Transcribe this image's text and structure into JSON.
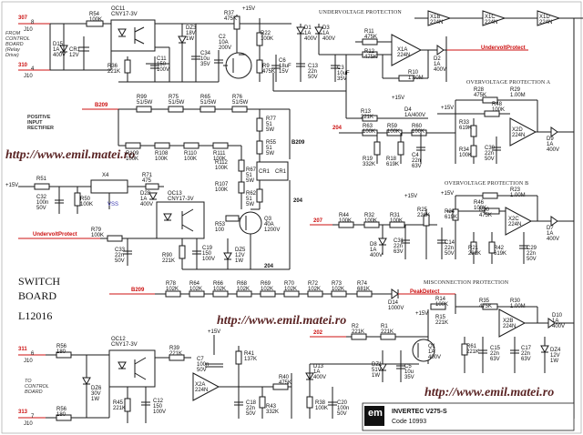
{
  "board": {
    "title_line1": "SWITCH",
    "title_line2": "BOARD",
    "code": "L12016",
    "footer_line1": "INVERTEC V275-S",
    "footer_line2": "Code 10993",
    "logo": "em"
  },
  "watermark": {
    "url_left": "http://www.emil.matei.ro",
    "url_mid": "http://www.emil.matei.ro",
    "url_bottom": "http://www.emil.matei.ro"
  },
  "sections": {
    "undervoltage": "UNDERVOLTAGE PROTECTION",
    "overvoltage_a": "OVERVOLTAGE PROTECTION A",
    "overvoltage_b": "OVERVOLTAGE PROTECTION B",
    "misconnection": "MISCONNECTION PROTECTION"
  },
  "notes": {
    "from_control": "FROM\nCONTROL\nBOARD\n(Relay\nDrive)",
    "positive_input": "POSITIVE\nINPUT\nRECTIFIER",
    "to_control": "TO\nCONTROL\nBOARD"
  },
  "nets": {
    "n307": "307",
    "n310": "310",
    "n311": "311",
    "n313": "313",
    "b209a": "B209",
    "b209b": "B209",
    "b209c": "B209",
    "n204a": "204",
    "n204b": "204",
    "n204c": "204",
    "n207": "207",
    "n202": "202",
    "undervolt_a": "UndervoltProtect",
    "undervolt_b": "UndervoltProtect",
    "peak_detect": "PeakDetect"
  },
  "connectors": {
    "j10a_pin": "8",
    "j10a": "J10",
    "j10b_pin": "4",
    "j10b": "J10",
    "j10c_pin": "6",
    "j10c": "J10",
    "j10d_pin": "7",
    "j10d": "J10",
    "vss": "VSS",
    "v15a": "+15V",
    "v15b": "+15V",
    "v15c": "+15V",
    "v15d": "+15V",
    "v15e": "+15V",
    "v15f": "+15V",
    "v15g": "+15V",
    "v15h": "+15V"
  },
  "parts": {
    "r54": "R54\n100K",
    "oc11": "OC11\nCNY17-3V",
    "d15": "D15\n1A\n400V",
    "cr1a": "CR1\n12V",
    "r36": "R36\n221K",
    "c11": "C11\n150\n100V",
    "dz3": "DZ3\n18V\n1W",
    "c34": "C34\n10u\n35V",
    "r37": "R37\n475K",
    "c2": "C2\n10A\n200V",
    "r22": "R22\n100K",
    "r9": "R9\n475K",
    "c6": "C6\n18uF\n15V",
    "c13": "C13\n22n\n50V",
    "d1": "D1\n1A\n400V",
    "d3": "D3\n1A\n400V",
    "c3": "C3\n10uF\n35V",
    "r11": "R11\n475K",
    "r12": "R12\n475K",
    "x1a": "X1A\n224N",
    "r10": "R10\n1.00M",
    "d2": "D2\n1A\n400V",
    "x1b": "X1B\n224N",
    "x1c": "X1C\n224N",
    "x1d": "X1D\n224N",
    "r99": "R99\n51/5W",
    "r75": "R75\n51/5W",
    "r65": "R65\n51/5W",
    "r76": "R76\n51/5W",
    "r109": "R109\n100K",
    "r108": "R108\n100K",
    "r110": "R110\n100K",
    "r111": "R111\n100K",
    "r77": "R77\n51\n5W",
    "r55": "R55\n51\n5W",
    "r67": "R67\n51\n5W",
    "r62": "R62\n51\n5W",
    "r112": "R112\n100K",
    "r107": "R107\n100K",
    "r53": "R53\n100",
    "q3": "Q3\n40A\n1200V",
    "cr1b": "CR1",
    "cr1c": "CR1",
    "r51": "R51",
    "c32": "C32\n100n\n50V",
    "r50": "R50\n100K",
    "x4": "X4",
    "r71": "R71\n475",
    "d28": "D28\n1A\n400V",
    "oc13": "OC13\nCNY17-3V",
    "r79": "R79\n100K",
    "c33": "C33\n22n\n50V",
    "r90": "R90\n221K",
    "c19": "C19\n150\n100V",
    "dz5": "DZ5\n12V\n1W",
    "r13": "R13\n221K",
    "d4": "D4\n1A/400V",
    "r63": "R63\n100K",
    "r59": "R59\n100K",
    "r60": "R60\n100K",
    "r19": "R19\n332K",
    "r18": "R18\n619K",
    "c4": "C4\n22n\n63V",
    "r28": "R28\n475K",
    "r29": "R29\n1.00M",
    "r48": "R48\n100K",
    "r33": "R33\n619K",
    "r34": "R34\n100K",
    "c30": "C30\n22n\n50V",
    "x2d": "X2D\n224N",
    "d9": "D9\n1A\n400V",
    "r23": "R23\n1.00M",
    "r46": "R46\n100K",
    "r24": "R24\n619K",
    "r44": "R44\n100K",
    "r32": "R32\n100K",
    "r31": "R31\n100K",
    "r25": "R25\n221K",
    "d8": "D8\n1A\n400V",
    "c31": "C31\n22n\n63V",
    "c14": "C14\n22n\n50V",
    "r21": "R21\n221K",
    "r42": "R42\n619K",
    "c29": "C29\n22n\n50V",
    "x2c": "X2C\n224N",
    "d7": "D7\n1A\n400V",
    "r30a": "R30\n475K",
    "r78": "R78\n102K",
    "r64": "R64\n102K",
    "r66": "R66\n102K",
    "r68": "R68\n102K",
    "r69": "R69\n102K",
    "r70": "R70\n102K",
    "r72": "R72\n102K",
    "r73": "R73\n102K",
    "r74": "R74\n681K",
    "d14": "D14\n1000V",
    "r35": "R35\n475K",
    "r30b": "R30\n1.00M",
    "r14": "R14\n100K",
    "r15": "R15\n221K",
    "x2b": "X2B\n224N",
    "d10": "D10\n1A\n400V",
    "r2": "R2\n221K",
    "r1": "R1\n221K",
    "q1": "Q1\n1A\n400V",
    "dz1": "DZ1\n51V\n1W",
    "c5": "C5\n10u\n35V",
    "r61": "R61\n221K",
    "c15": "C15\n22n\n63V",
    "c17": "C17\n22n\n63V",
    "dz4": "DZ4\n12V\n1W",
    "r56a": "R56\n180",
    "oc12": "OC12\nCNY17-3V",
    "r39": "R39\n221K",
    "dz6": "DZ6\n30V\n1W",
    "r45": "R45\n221K",
    "c12": "C12\n150\n100V",
    "r56b": "R56\n180",
    "c7": "C7\n100n\n50V",
    "r41": "R41\n137K",
    "x2a": "X2A\n224N",
    "c18": "C18\n22n\n50V",
    "r43": "R43\n332K",
    "r40": "R40\n475K",
    "d13": "D13\n1A\n400V",
    "r38": "R38\n100K",
    "c20": "C20\n100n\n50V"
  }
}
